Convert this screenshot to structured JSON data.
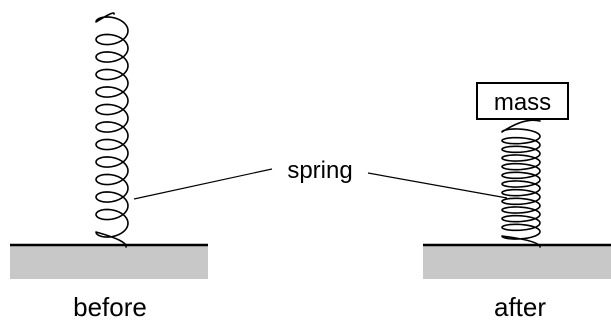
{
  "labels": {
    "spring": "spring",
    "mass": "mass",
    "before": "before",
    "after": "after"
  },
  "colors": {
    "ground": "#c8c8c8",
    "ink": "#000000"
  }
}
